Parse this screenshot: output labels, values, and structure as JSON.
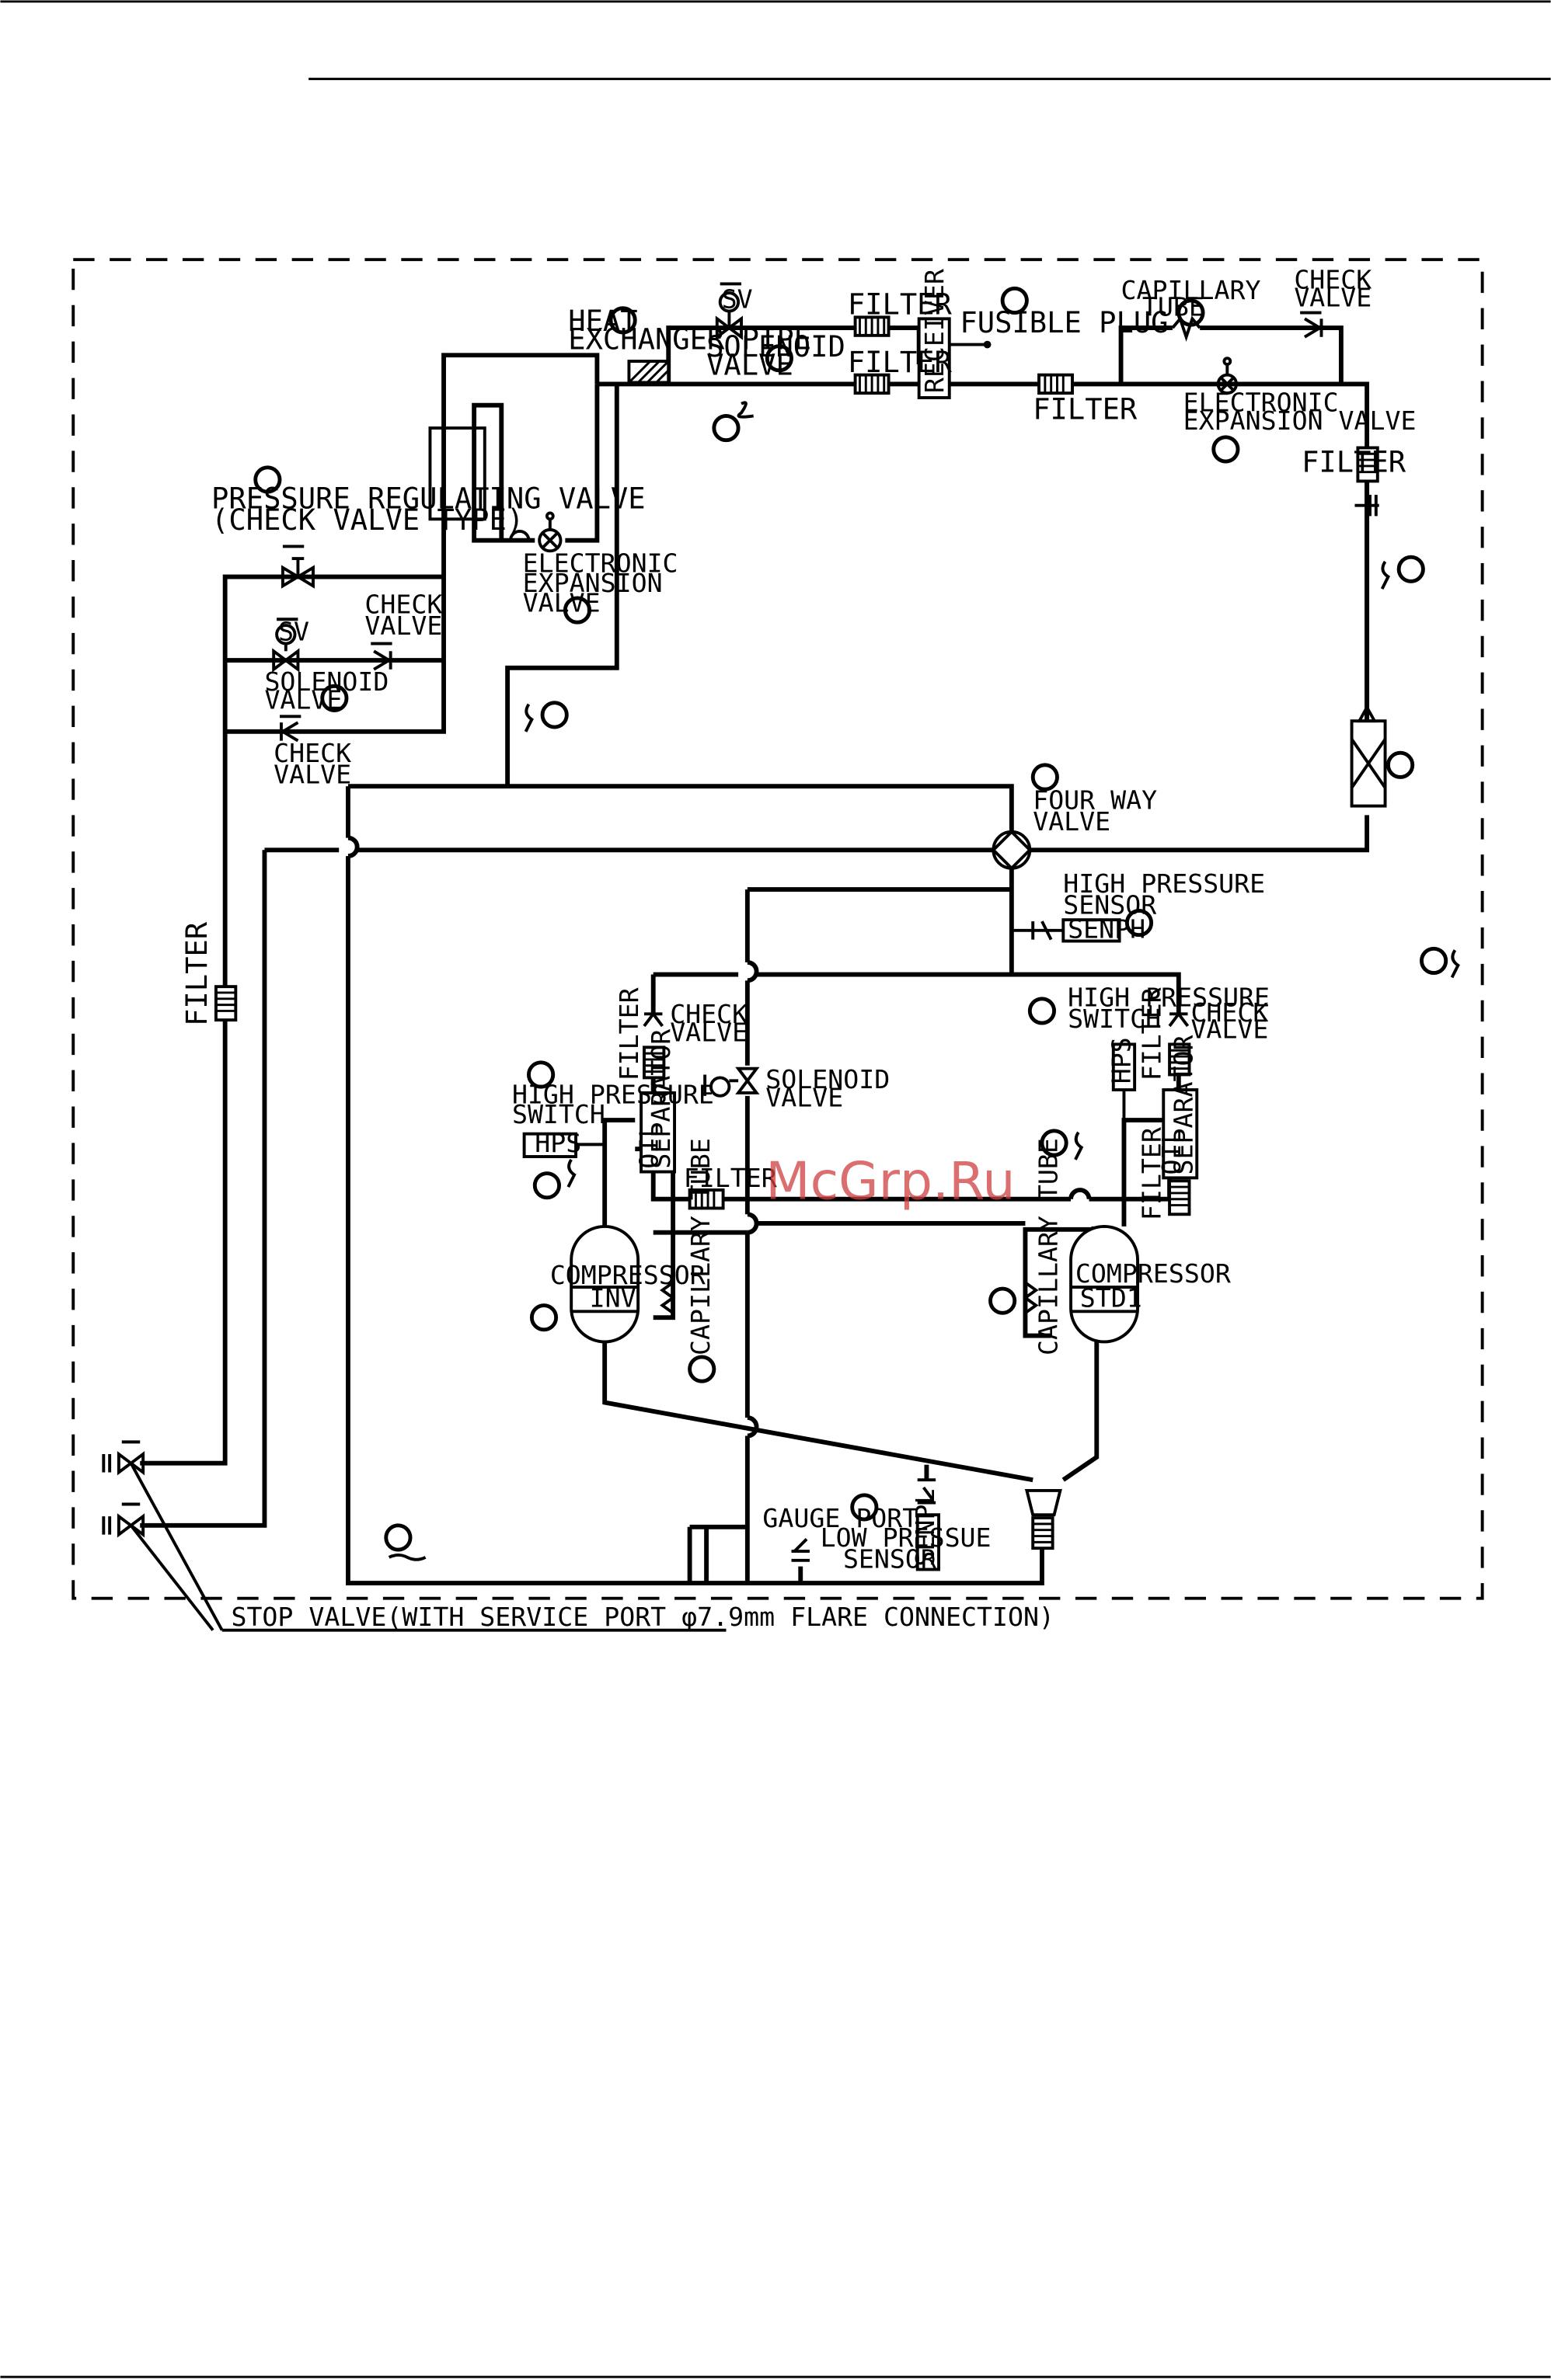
{
  "labels": {
    "heat_exchanger_pipe_1": "HEAT",
    "heat_exchanger_pipe_2": "EXCHANGER PIPE",
    "solenoid_valve_top_1": "SOLENOID",
    "solenoid_valve_top_2": "VALVE",
    "filter_top1": "FILTER",
    "filter_top2": "FILTER",
    "fusible_plug": "FUSIBLE PLUG",
    "receiver": "RECEIVER",
    "filter_mid": "FILTER",
    "capillary_tube_top_1": "CAPILLARY",
    "capillary_tube_top_2": "TUBE",
    "check_valve_top_1": "CHECK",
    "check_valve_top_2": "VALVE",
    "eev_right_1": "ELECTRONIC",
    "eev_right_2": "EXPANSION VALVE",
    "filter_right": "FILTER",
    "prv_1": "PRESSURE REGULATING VALVE",
    "prv_2": "(CHECK VALVE TYPE)",
    "eev_left_1": "ELECTRONIC",
    "eev_left_2": "EXPANSION",
    "eev_left_3": "VALVE",
    "check_valve_left_1": "CHECK",
    "check_valve_left_2": "VALVE",
    "solenoid_left_1": "SOLENOID",
    "solenoid_left_2": "VALVE",
    "check_valve_left_b1": "CHECK",
    "check_valve_left_b2": "VALVE",
    "four_way_1": "FOUR WAY",
    "four_way_2": "VALVE",
    "hp_sensor_1": "HIGH PRESSURE",
    "hp_sensor_2": "SENSOR",
    "senph": "SENPH",
    "filter_vertical_left": "FILTER",
    "hps_right_1": "HIGH PRESSURE",
    "hps_right_2": "SWITCH",
    "check_valve_r_1": "CHECK",
    "check_valve_r_2": "VALVE",
    "hps_box": "HPS",
    "filter_r_vert": "FILTER",
    "oil_sep_1": "OIL",
    "oil_sep_2": "SEPARATOR",
    "check_valve_l_1": "CHECK",
    "check_valve_l_2": "VALVE",
    "filter_l_vert": "FILTER",
    "solenoid_mid_1": "SOLENOID",
    "solenoid_mid_2": "VALVE",
    "hps_left_1": "HIGH PRESSURE",
    "hps_left_2": "SWITCH",
    "filter_l_horiz": "FILTER",
    "filter_r_vert2": "FILTER",
    "compressor_l": "COMPRESSOR",
    "inv": "INV",
    "capillary_l": "CAPILLARY TUBE",
    "capillary_r": "CAPILLARY TUBE",
    "compressor_r": "COMPRESSOR",
    "std1": "STD1",
    "gauge_port": "GAUGE PORT",
    "lp_sensor_1": "LOW PRESSUE",
    "lp_sensor_2": "SENSOR",
    "senpl": "SENPL",
    "stop_valve": "STOP VALVE(WITH SERVICE PORT φ7.9mm FLARE CONNECTION)",
    "sv": "SV",
    "watermark": "McGrp.Ru"
  },
  "icons": [
    "check-valve-icon",
    "solenoid-valve-icon",
    "filter-icon",
    "expansion-valve-icon",
    "four-way-valve-icon",
    "stop-valve-icon",
    "compressor-icon",
    "thermistor-icon"
  ]
}
